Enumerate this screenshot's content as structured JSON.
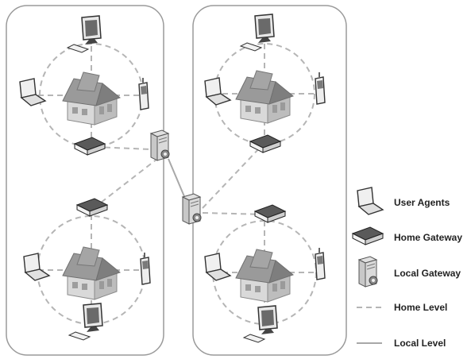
{
  "legend": {
    "user_agents": "User Agents",
    "home_gateway": "Home Gateway",
    "local_gateway": "Local Gateway",
    "home_level": "Home Level",
    "local_level": "Local Level"
  },
  "colors": {
    "frame_stroke": "#9a9a9a",
    "home_level_line": "#b5b5b5",
    "local_level_line": "#a8a8a8",
    "house_roof": "#8f8f8f",
    "house_wall": "#d4d4d4",
    "device_dark": "#3a3a3a",
    "device_light": "#e6e6e6"
  },
  "icons": [
    "house-icon",
    "desktop-computer-icon",
    "laptop-icon",
    "mobile-phone-icon",
    "home-gateway-icon",
    "local-gateway-server-icon"
  ]
}
